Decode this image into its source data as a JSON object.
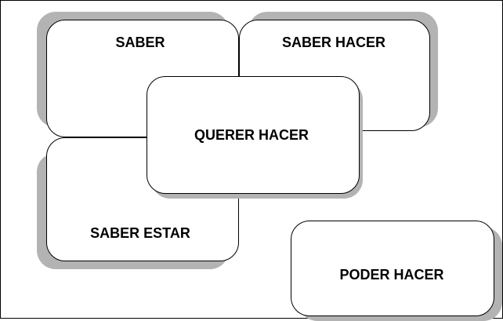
{
  "diagram": {
    "boxes": {
      "saber": "SABER",
      "saber_hacer": "SABER HACER",
      "saber_estar": "SABER ESTAR",
      "querer_hacer": "QUERER HACER",
      "poder_hacer": "PODER HACER"
    },
    "colors": {
      "border": "#000000",
      "fill": "#ffffff",
      "shadow": "#b3b3b3"
    }
  }
}
